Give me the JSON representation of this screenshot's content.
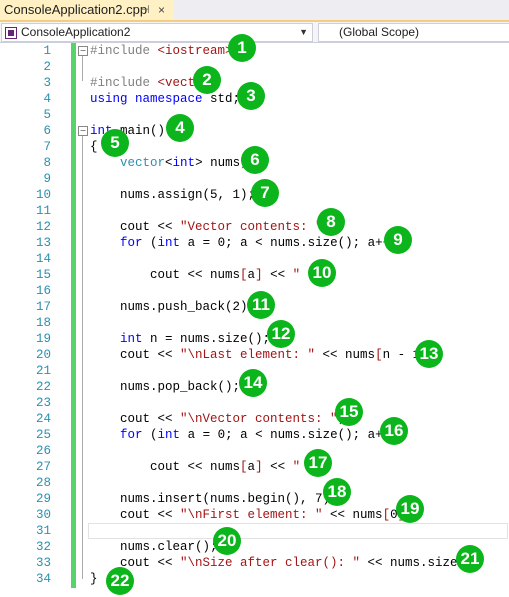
{
  "tab": {
    "title": "ConsoleApplication2.cpp",
    "pin": "⊣",
    "close": "×"
  },
  "nav": {
    "project": "ConsoleApplication2",
    "scope": "(Global Scope)",
    "arrow": "▼"
  },
  "colors": {
    "keyword": "#0000ff",
    "type": "#2b91af",
    "string": "#a31515",
    "preprocessor": "#808080",
    "badge": "#0bb51b",
    "change_bar": "#57d36c"
  },
  "lines": [
    {
      "n": "1",
      "tokens": [
        {
          "t": "#include ",
          "c": "pp"
        },
        {
          "t": "<iostream>",
          "c": "str"
        }
      ]
    },
    {
      "n": "2",
      "tokens": []
    },
    {
      "n": "3",
      "tokens": [
        {
          "t": "#include ",
          "c": "pp"
        },
        {
          "t": "<vector>",
          "c": "str"
        }
      ]
    },
    {
      "n": "4",
      "tokens": [
        {
          "t": "using namespace",
          "c": "kw"
        },
        {
          "t": " std;",
          "c": ""
        }
      ]
    },
    {
      "n": "5",
      "tokens": []
    },
    {
      "n": "6",
      "tokens": [
        {
          "t": "int",
          "c": "kw"
        },
        {
          "t": " main()",
          "c": ""
        }
      ]
    },
    {
      "n": "7",
      "tokens": [
        {
          "t": "{",
          "c": ""
        }
      ]
    },
    {
      "n": "8",
      "tokens": [
        {
          "t": "    ",
          "c": ""
        },
        {
          "t": "vector",
          "c": "ty"
        },
        {
          "t": "<",
          "c": ""
        },
        {
          "t": "int",
          "c": "kw"
        },
        {
          "t": "> nums;",
          "c": ""
        }
      ]
    },
    {
      "n": "9",
      "tokens": []
    },
    {
      "n": "10",
      "tokens": [
        {
          "t": "    nums.assign(5, 1);",
          "c": ""
        }
      ]
    },
    {
      "n": "11",
      "tokens": []
    },
    {
      "n": "12",
      "tokens": [
        {
          "t": "    cout << ",
          "c": ""
        },
        {
          "t": "\"Vector contents: \"",
          "c": "str"
        },
        {
          "t": ";",
          "c": ""
        }
      ]
    },
    {
      "n": "13",
      "tokens": [
        {
          "t": "    ",
          "c": ""
        },
        {
          "t": "for",
          "c": "kw"
        },
        {
          "t": " (",
          "c": ""
        },
        {
          "t": "int",
          "c": "kw"
        },
        {
          "t": " a = 0; a < nums.size(); a++)",
          "c": ""
        }
      ]
    },
    {
      "n": "14",
      "tokens": []
    },
    {
      "n": "15",
      "tokens": [
        {
          "t": "        cout << nums",
          "c": ""
        },
        {
          "t": "[",
          "c": "str"
        },
        {
          "t": "a",
          "c": ""
        },
        {
          "t": "]",
          "c": "str"
        },
        {
          "t": " << ",
          "c": ""
        },
        {
          "t": "\" \"",
          "c": "str"
        },
        {
          "t": ";",
          "c": ""
        }
      ]
    },
    {
      "n": "16",
      "tokens": []
    },
    {
      "n": "17",
      "tokens": [
        {
          "t": "    nums.push_back(2);",
          "c": ""
        }
      ]
    },
    {
      "n": "18",
      "tokens": []
    },
    {
      "n": "19",
      "tokens": [
        {
          "t": "    ",
          "c": ""
        },
        {
          "t": "int",
          "c": "kw"
        },
        {
          "t": " n = nums.size();",
          "c": ""
        }
      ]
    },
    {
      "n": "20",
      "tokens": [
        {
          "t": "    cout << ",
          "c": ""
        },
        {
          "t": "\"\\nLast element: \"",
          "c": "str"
        },
        {
          "t": " << nums",
          "c": ""
        },
        {
          "t": "[",
          "c": "str"
        },
        {
          "t": "n - 1",
          "c": ""
        },
        {
          "t": "]",
          "c": "str"
        },
        {
          "t": ";",
          "c": ""
        }
      ]
    },
    {
      "n": "21",
      "tokens": []
    },
    {
      "n": "22",
      "tokens": [
        {
          "t": "    nums.pop_back();",
          "c": ""
        }
      ]
    },
    {
      "n": "23",
      "tokens": []
    },
    {
      "n": "24",
      "tokens": [
        {
          "t": "    cout << ",
          "c": ""
        },
        {
          "t": "\"\\nVector contents: \"",
          "c": "str"
        },
        {
          "t": ";",
          "c": ""
        }
      ]
    },
    {
      "n": "25",
      "tokens": [
        {
          "t": "    ",
          "c": ""
        },
        {
          "t": "for",
          "c": "kw"
        },
        {
          "t": " (",
          "c": ""
        },
        {
          "t": "int",
          "c": "kw"
        },
        {
          "t": " a = 0; a < nums.size(); a++)",
          "c": ""
        }
      ]
    },
    {
      "n": "26",
      "tokens": []
    },
    {
      "n": "27",
      "tokens": [
        {
          "t": "        cout << nums",
          "c": ""
        },
        {
          "t": "[",
          "c": "str"
        },
        {
          "t": "a",
          "c": ""
        },
        {
          "t": "]",
          "c": "str"
        },
        {
          "t": " << ",
          "c": ""
        },
        {
          "t": "\" \"",
          "c": "str"
        },
        {
          "t": ";",
          "c": ""
        }
      ]
    },
    {
      "n": "28",
      "tokens": []
    },
    {
      "n": "29",
      "tokens": [
        {
          "t": "    nums.insert(nums.begin(), 7);",
          "c": ""
        }
      ]
    },
    {
      "n": "30",
      "tokens": [
        {
          "t": "    cout << ",
          "c": ""
        },
        {
          "t": "\"\\nFirst element: \"",
          "c": "str"
        },
        {
          "t": " << nums",
          "c": ""
        },
        {
          "t": "[",
          "c": "str"
        },
        {
          "t": "0",
          "c": ""
        },
        {
          "t": "]",
          "c": "str"
        },
        {
          "t": ";",
          "c": ""
        }
      ]
    },
    {
      "n": "31",
      "tokens": []
    },
    {
      "n": "32",
      "tokens": [
        {
          "t": "    nums.clear();",
          "c": ""
        }
      ]
    },
    {
      "n": "33",
      "tokens": [
        {
          "t": "    cout << ",
          "c": ""
        },
        {
          "t": "\"\\nSize after clear(): \"",
          "c": "str"
        },
        {
          "t": " << nums.size();",
          "c": ""
        }
      ]
    },
    {
      "n": "34",
      "tokens": [
        {
          "t": "}",
          "c": ""
        }
      ]
    }
  ],
  "badges": [
    "1",
    "2",
    "3",
    "4",
    "5",
    "6",
    "7",
    "8",
    "9",
    "10",
    "11",
    "12",
    "13",
    "14",
    "15",
    "16",
    "17",
    "18",
    "19",
    "20",
    "21",
    "22"
  ]
}
